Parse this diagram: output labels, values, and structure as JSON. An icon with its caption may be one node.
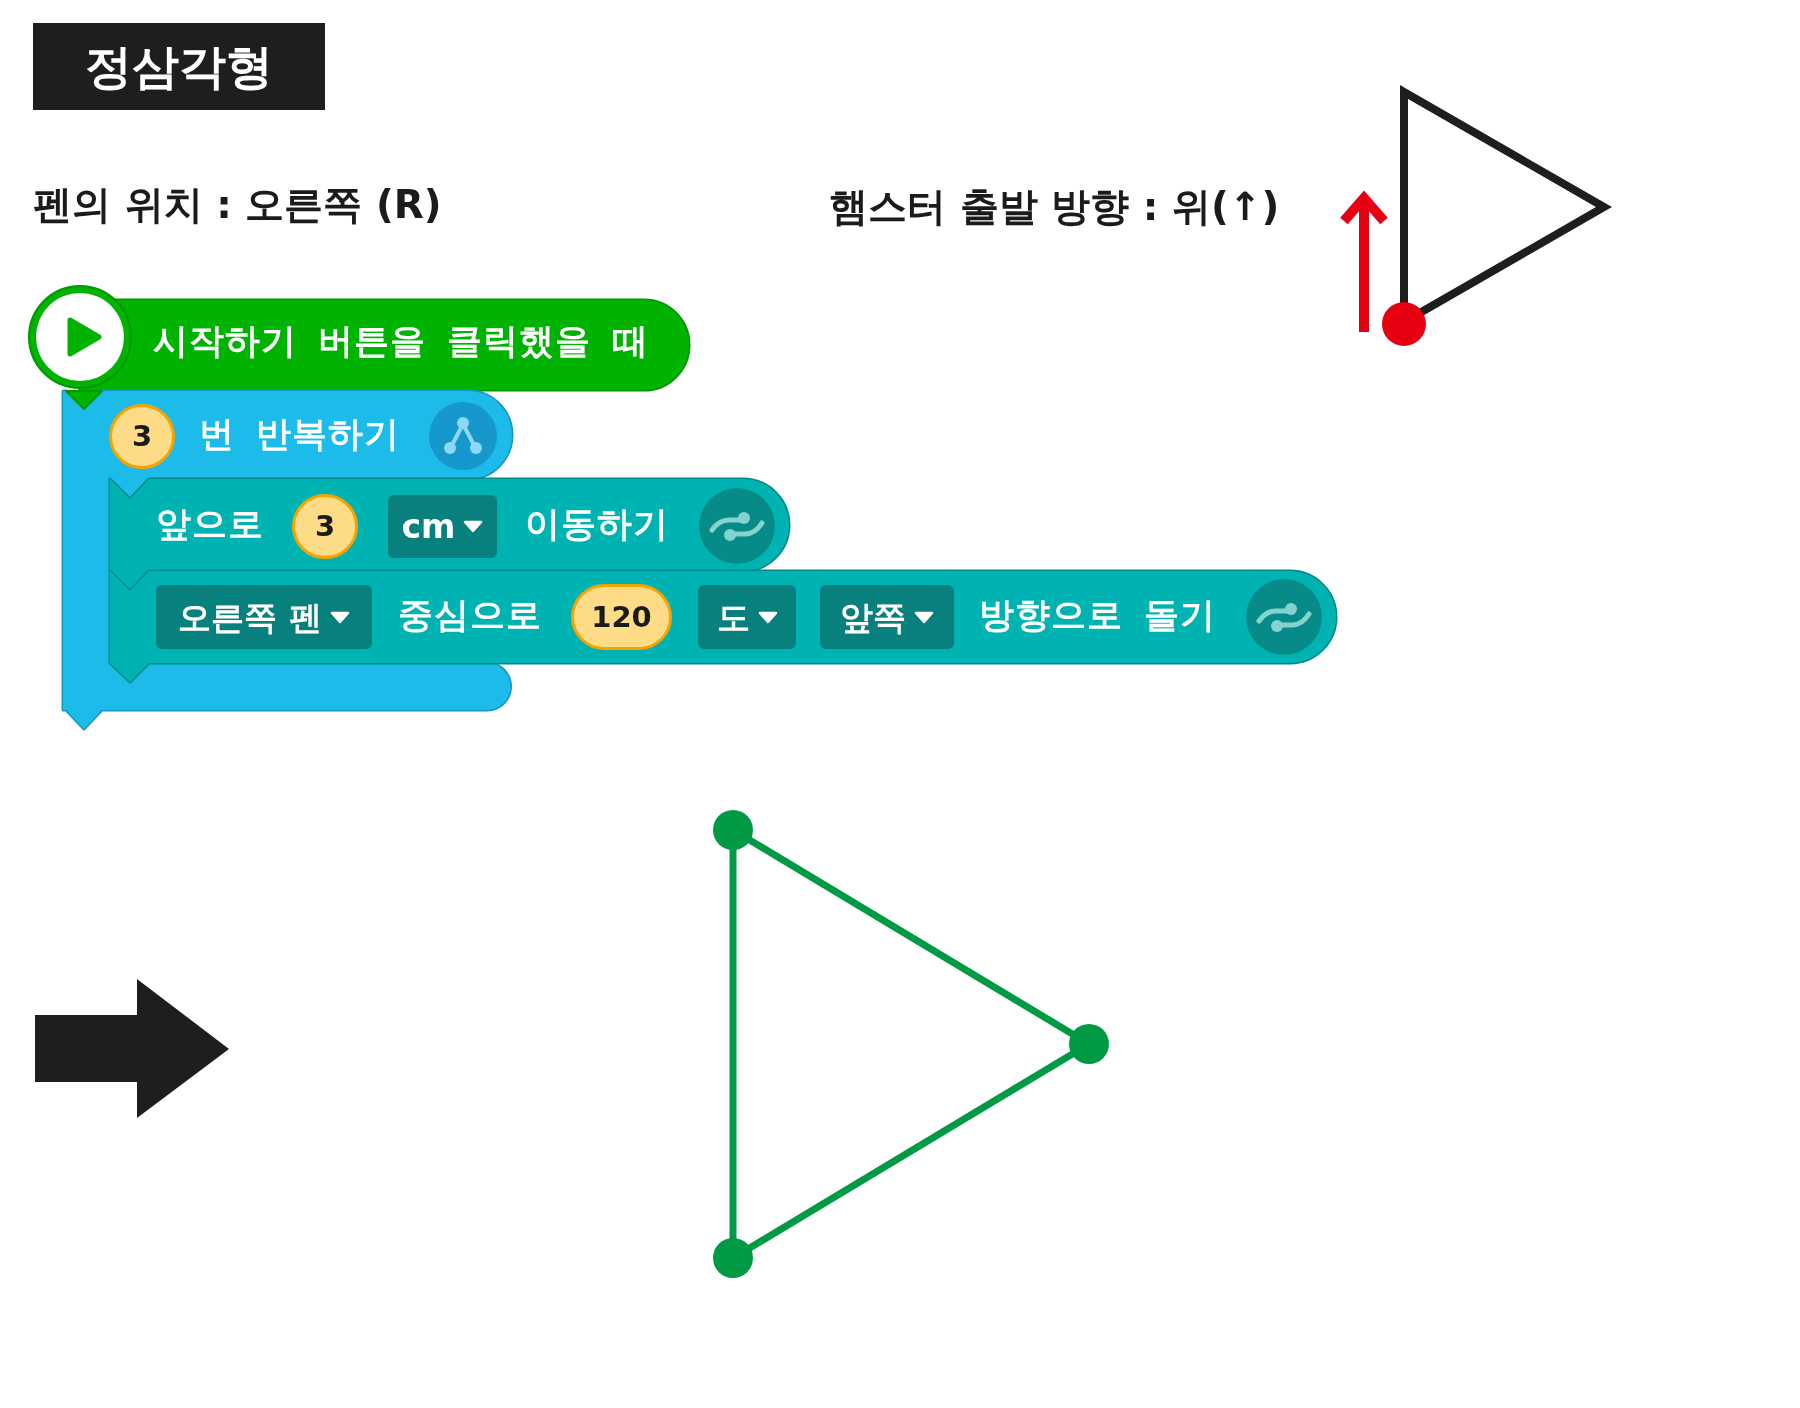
{
  "diagram": {
    "title": "정삼각형",
    "nodes": [
      {
        "text": [
          "시작하기 버튼을 클릭했을 때"
        ]
      },
      {
        "text": [
          "번 반복하기"
        ]
      },
      {
        "text": [
          "3"
        ],
        "in": 1
      },
      {
        "text": [
          "앞으로",
          "이동하기"
        ]
      },
      {
        "text": [
          "3"
        ],
        "in": 3
      },
      {
        "text": [
          "cm"
        ],
        "in": 3
      },
      {
        "text": [
          "중심으로",
          "방향으로 돌기"
        ]
      },
      {
        "text": [
          "오른쪽 펜"
        ],
        "in": 6
      },
      {
        "text": [
          "120"
        ],
        "in": 6
      },
      {
        "text": [
          "도"
        ],
        "in": 6
      },
      {
        "text": [
          "앞쪽"
        ],
        "in": 6
      }
    ],
    "labels": [
      "펜의 위치 : 오른쪽 (R)",
      "햄스터 출발 방향 : 위(↑)"
    ]
  }
}
